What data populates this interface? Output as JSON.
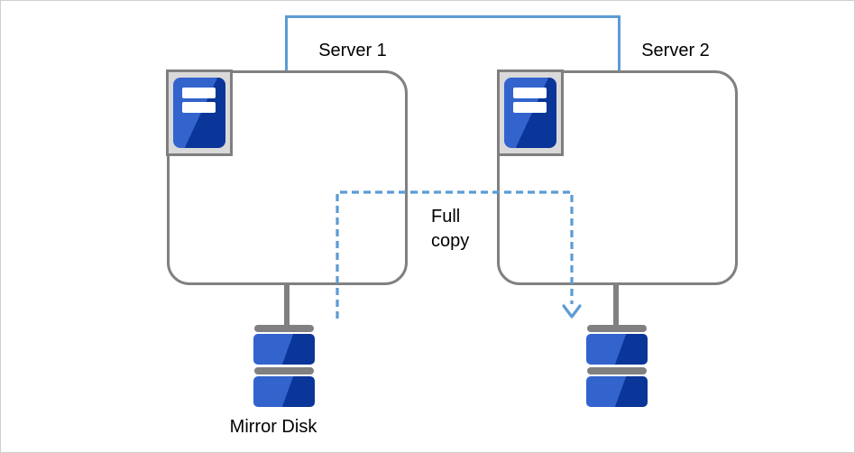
{
  "diagram": {
    "type": "cluster-architecture-diagram",
    "servers": [
      {
        "label": "Server 1"
      },
      {
        "label": "Server 2"
      }
    ],
    "arrow_label": "Full copy",
    "disk_label": "Mirror Disk",
    "icons": {
      "server": "server-tower-icon",
      "disk": "disk-stack-icon",
      "arrow": "dashed-down-arrow-icon"
    },
    "colors": {
      "connector_blue": "#5B9BD5",
      "disk_blue_light": "#3364CE",
      "disk_blue_dark": "#0A3699",
      "outline_gray": "#808080",
      "icon_tile_bg": "#D9D9D9",
      "icon_tile_border": "#7F7F7F",
      "canvas_border": "#CFCFCF",
      "text_color": "#000000"
    }
  }
}
